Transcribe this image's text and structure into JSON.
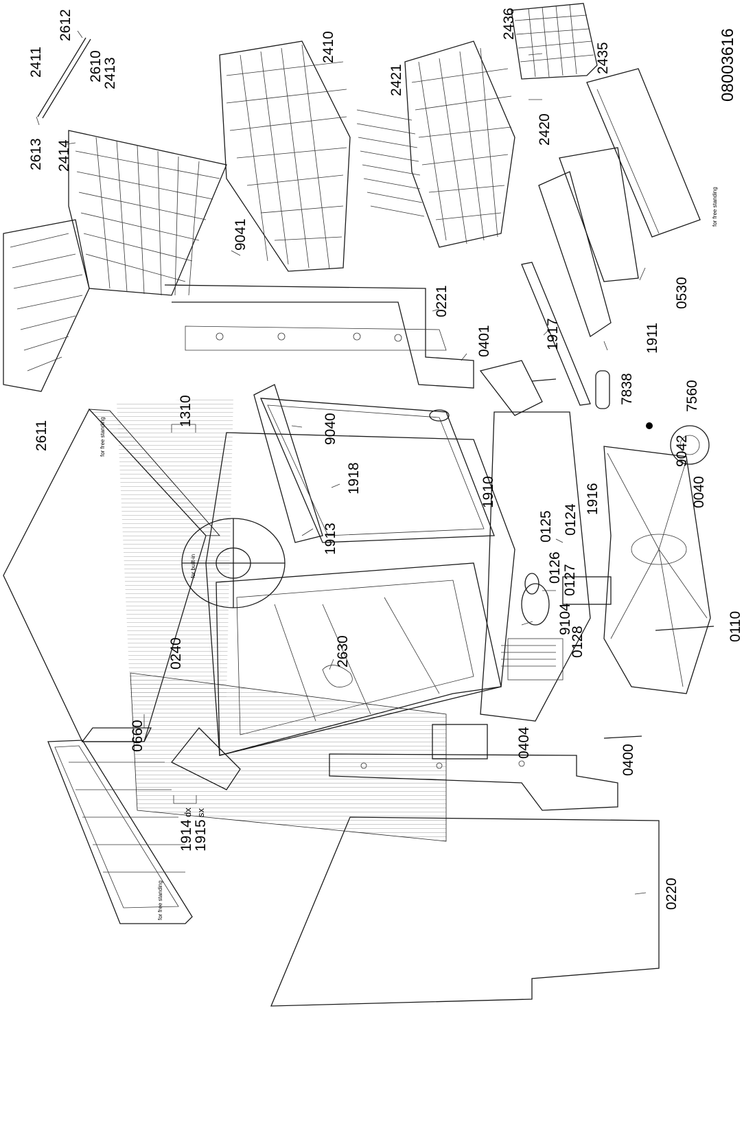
{
  "diagram": {
    "document_code": "08003616",
    "notes": {
      "for_free_standing": "for free standing",
      "for_built_in": "for built-in"
    },
    "parts": {
      "p2411": "2411",
      "p2612": "2612",
      "p2610": "2610",
      "p2413": "2413",
      "p2613": "2613",
      "p2414": "2414",
      "p2410": "2410",
      "p2436": "2436",
      "p2435": "2435",
      "p2421": "2421",
      "p2420": "2420",
      "p9041": "9041",
      "p0221": "0221",
      "p0401": "0401",
      "p0530": "0530",
      "p1917": "1917",
      "p1911": "1911",
      "p7838": "7838",
      "p7560": "7560",
      "p9042": "9042",
      "p2611": "2611",
      "p1310": "1310",
      "p9040": "9040",
      "p1918": "1918",
      "p1910": "1910",
      "p0040": "0040",
      "p1916": "1916",
      "p0124": "0124",
      "p0125": "0125",
      "p1913": "1913",
      "p0126": "0126",
      "p0127": "0127",
      "p9104": "9104",
      "p0128": "0128",
      "p0110": "0110",
      "p2630": "2630",
      "p0240": "0240",
      "p0660": "0660",
      "p0404": "0404",
      "p0400": "0400",
      "p1914": "1914",
      "p1915": "1915",
      "dx": "dx",
      "sx": "sx",
      "p0220": "0220"
    }
  }
}
